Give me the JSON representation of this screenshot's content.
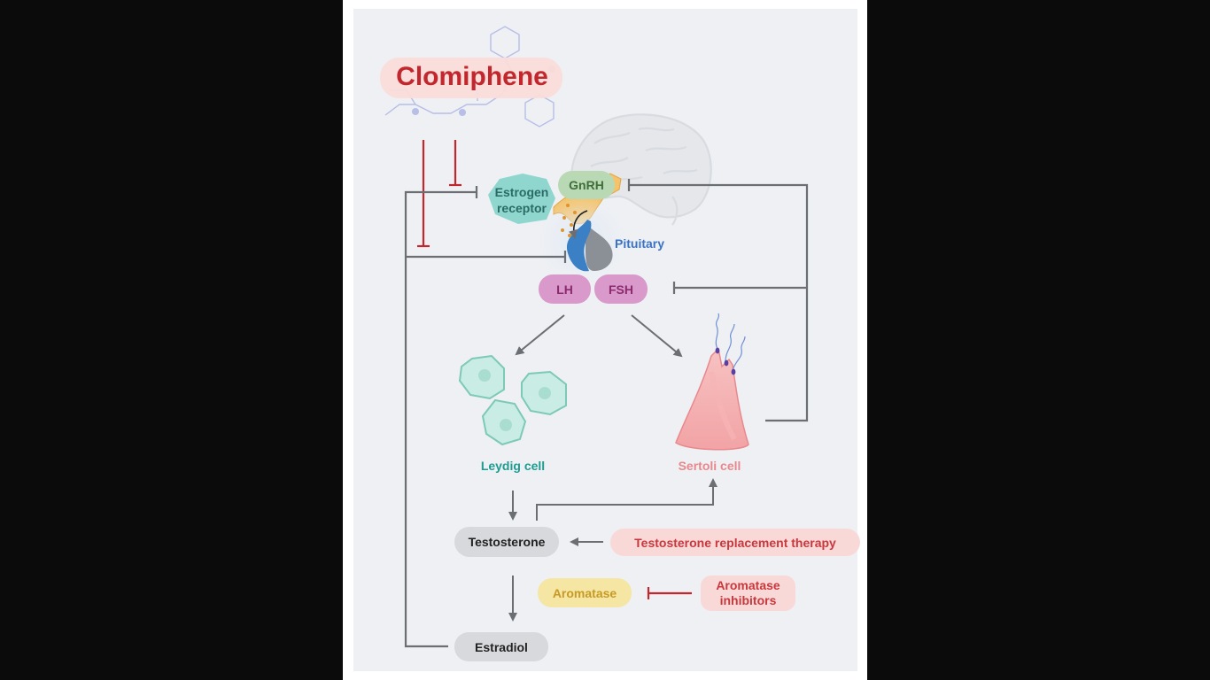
{
  "drug": {
    "name": "Clomiphene",
    "color": "#c2272d"
  },
  "nodes": {
    "estrogen_receptor": {
      "label": "Estrogen receptor",
      "color": "#8fd6cf"
    },
    "gnrh": {
      "label": "GnRH",
      "color": "#b9d9b4"
    },
    "pituitary": {
      "label": "Pituitary",
      "color": "#3b73c4"
    },
    "lh": {
      "label": "LH",
      "color": "#d99acb"
    },
    "fsh": {
      "label": "FSH",
      "color": "#d99acb"
    },
    "leydig": {
      "label": "Leydig cell",
      "color": "#1e9c91"
    },
    "sertoli": {
      "label": "Sertoli cell",
      "color": "#e8888d"
    },
    "testosterone": {
      "label": "Testosterone",
      "color": "#d7d9dc"
    },
    "trt": {
      "label": "Testosterone replacement therapy",
      "color": "#f9d9d8"
    },
    "aromatase": {
      "label": "Aromatase",
      "color": "#f5e6a3"
    },
    "aromatase_inhibitors": {
      "label": "Aromatase inhibitors",
      "color": "#f9d9d8"
    },
    "estradiol": {
      "label": "Estradiol",
      "color": "#d7d9dc"
    }
  },
  "colors": {
    "arrow": "#6b6e72",
    "inhibit_red": "#c2272d",
    "text_dark": "#222222",
    "text_red": "#c8383d",
    "text_gold": "#c79a26",
    "text_gnrh": "#3f6e3a",
    "text_lhfsh": "#8b2b6e",
    "text_er": "#2b6b66"
  }
}
